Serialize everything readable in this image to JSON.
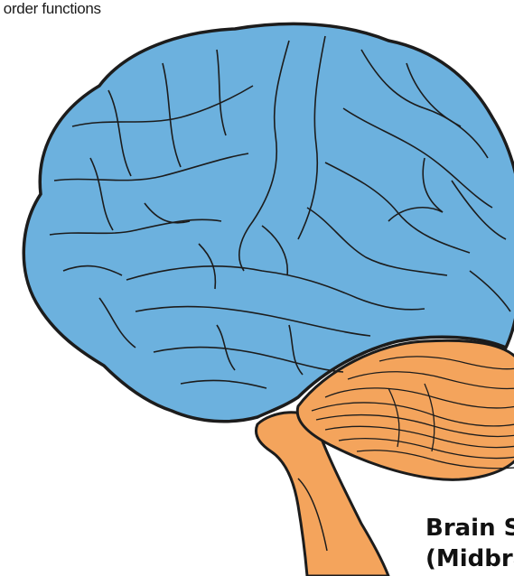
{
  "labels": {
    "top_caption": "r order functions",
    "brainstem_line1": "Brain St",
    "brainstem_line2": "(Midbra"
  },
  "colors": {
    "cerebrum_fill": "#6cb1de",
    "cerebellum_fill": "#f4a45c",
    "brainstem_fill": "#f4a45c",
    "outline": "#1c1c1c",
    "background": "#ffffff"
  }
}
